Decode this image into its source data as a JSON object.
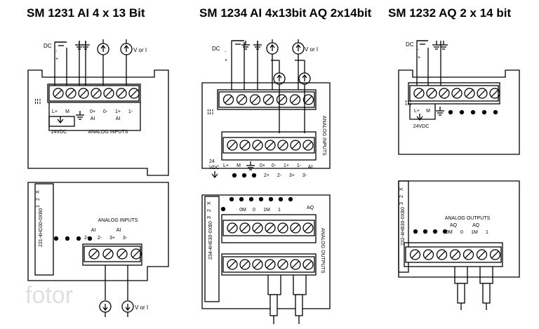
{
  "titles": {
    "sm1231": "SM 1231 AI 4 x 13 Bit",
    "sm1234": "SM 1234 AI 4x13bit AQ 2x14bit",
    "sm1232": "SM 1232 AQ 2 x 14 bit"
  },
  "common": {
    "dc": "DC",
    "v_or_i": "V or I",
    "vdc24": "24VDC",
    "vdc24_split": [
      "24",
      "VDC"
    ],
    "plus": "+",
    "minus": "-",
    "slot_numbers": [
      "X",
      "2",
      "1"
    ],
    "slot_numbers_3": [
      "X",
      "2",
      "3"
    ]
  },
  "sm1231": {
    "top_labels": [
      "L+",
      "M",
      "0+",
      "0-",
      "1+",
      "1-"
    ],
    "top_sub": [
      "AI",
      "AI"
    ],
    "analog_inputs": "ANALOG INPUTS",
    "bottom_header": "ANALOG INPUTS",
    "bottom_ai": [
      "AI",
      "AI"
    ],
    "bottom_labels": [
      "2+",
      "2-",
      "3+",
      "3-"
    ],
    "part_number": "231-4HD30-0XB0"
  },
  "sm1234": {
    "top_labels": [
      "L+",
      "M",
      "0+",
      "0-",
      "1+",
      "1-"
    ],
    "bottom_of_top": [
      "2+",
      "2-",
      "3+",
      "3-"
    ],
    "ai": "AI",
    "analog_inputs": "ANALOG INPUTS",
    "aq_row": [
      "0M",
      "0",
      "1M",
      "1"
    ],
    "aq": "AQ",
    "analog_outputs": "ANALOG OUTPUTS",
    "part_number": "234-4HE30-0XB0"
  },
  "sm1232": {
    "top_labels": [
      "L+",
      "M"
    ],
    "analog_outputs": "ANALOG OUTPUTS",
    "aq": [
      "AQ",
      "AQ"
    ],
    "aq_row": [
      "0M",
      "0",
      "1M",
      "1"
    ],
    "part_number": "232-4HB30-0XB0"
  },
  "watermark": "fotor"
}
